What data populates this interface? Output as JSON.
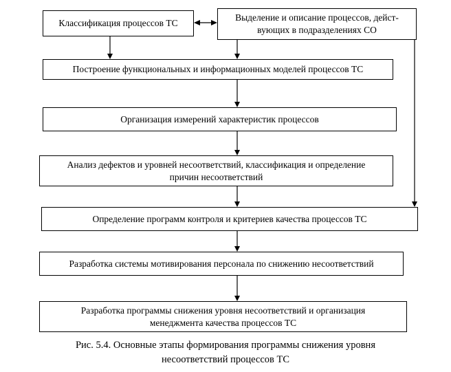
{
  "figure": {
    "nodes": {
      "classification": {
        "lines": [
          "Классификация процессов ТС"
        ]
      },
      "identification": {
        "lines": [
          "Выделение и описание процессов, дейст-",
          "вующих в подразделениях СО"
        ]
      },
      "modeling": {
        "lines": [
          "Построение функциональных и информационных моделей процессов ТС"
        ]
      },
      "measurement": {
        "lines": [
          "Организация измерений характеристик процессов"
        ]
      },
      "defect_analysis": {
        "lines": [
          "Анализ дефектов и уровней несоответствий, классификация и определение",
          "причин несоответствий"
        ]
      },
      "control_programs": {
        "lines": [
          "Определение программ контроля и критериев качества процессов ТС"
        ]
      },
      "motivation": {
        "lines": [
          "Разработка системы мотивирования персонала по снижению несоответствий"
        ]
      },
      "reduction_program": {
        "lines": [
          "Разработка программы снижения уровня несоответствий и организация",
          "менеджмента качества процессов ТС"
        ]
      }
    },
    "edges": [
      {
        "from": "classification",
        "to": "identification",
        "type": "double-headed"
      },
      {
        "from": "classification",
        "to": "modeling",
        "type": "arrow-down"
      },
      {
        "from": "identification",
        "to": "modeling",
        "type": "arrow-down"
      },
      {
        "from": "identification",
        "to": "control_programs",
        "type": "arrow-down-right-bypass"
      },
      {
        "from": "modeling",
        "to": "measurement",
        "type": "arrow-down"
      },
      {
        "from": "measurement",
        "to": "defect_analysis",
        "type": "arrow-down"
      },
      {
        "from": "defect_analysis",
        "to": "control_programs",
        "type": "arrow-down"
      },
      {
        "from": "control_programs",
        "to": "motivation",
        "type": "arrow-down"
      },
      {
        "from": "motivation",
        "to": "reduction_program",
        "type": "arrow-down"
      }
    ],
    "caption": {
      "lines": [
        "Рис. 5.4. Основные этапы формирования программы снижения уровня",
        "несоответствий процессов ТС"
      ]
    },
    "colors": {
      "line": "#000000",
      "background": "#ffffff"
    }
  }
}
